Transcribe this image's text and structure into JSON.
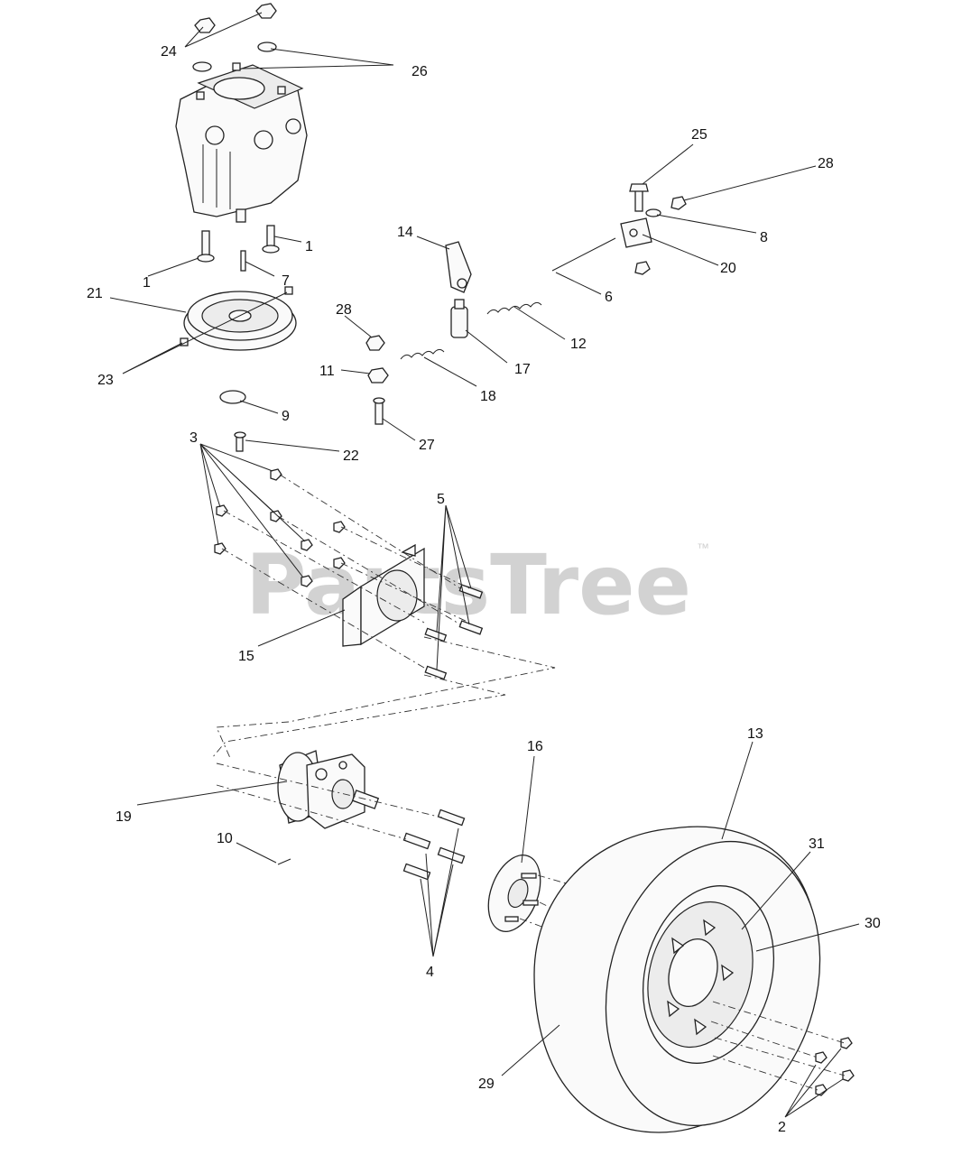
{
  "watermark": {
    "text": "PartsTree",
    "trademark": "™"
  },
  "callouts": {
    "c24": "24",
    "c26": "26",
    "c25": "25",
    "c28a": "28",
    "c14": "14",
    "c8": "8",
    "c20": "20",
    "c1a": "1",
    "c1b": "1",
    "c7": "7",
    "c6": "6",
    "c21": "21",
    "c28b": "28",
    "c12": "12",
    "c17": "17",
    "c23": "23",
    "c11": "11",
    "c18": "18",
    "c9": "9",
    "c27": "27",
    "c3": "3",
    "c22": "22",
    "c5": "5",
    "c15": "15",
    "c13": "13",
    "c16": "16",
    "c19": "19",
    "c10": "10",
    "c31": "31",
    "c30": "30",
    "c4": "4",
    "c29": "29",
    "c2": "2"
  }
}
